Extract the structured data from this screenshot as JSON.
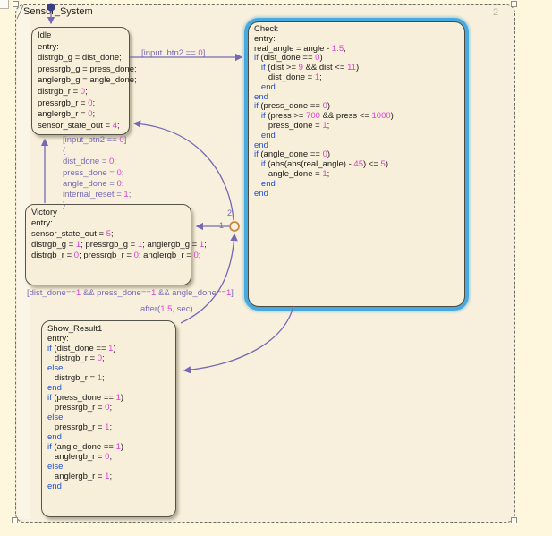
{
  "chart": {
    "name": "Sensor_System",
    "badge": "2",
    "colors": {
      "canvas_outer": "#fef6dd",
      "canvas_inner": "#f8f0dc",
      "state_fill": "#f7efda",
      "state_border": "#56544a",
      "selection_blue": "#47a9de",
      "transition_purple": "#7569b6",
      "junction_orange": "#c8873e",
      "keyword_blue": "#2050d0",
      "number_magenta": "#de3fd2",
      "default_dot_navy": "#3a3c84"
    },
    "states": {
      "idle": {
        "title": "Idle",
        "lines": [
          "entry:",
          "distrgb_g = dist_done;",
          "pressrgb_g = press_done;",
          "anglergb_g = angle_done;",
          "distrgb_r = 0;",
          "pressrgb_r = 0;",
          "anglergb_r = 0;",
          "sensor_state_out = 4;"
        ]
      },
      "check": {
        "title": "Check",
        "lines": [
          "entry:",
          "real_angle = angle - 1.5;",
          "if (dist_done == 0)",
          "   if (dist >= 9 && dist <= 11)",
          "      dist_done = 1;",
          "   end",
          "end",
          "if (press_done == 0)",
          "   if (press >= 700 && press <= 1000)",
          "      press_done = 1;",
          "   end",
          "end",
          "if (angle_done == 0)",
          "   if (abs(abs(real_angle) - 45) <= 5)",
          "      angle_done = 1;",
          "   end",
          "end"
        ]
      },
      "victory": {
        "title": "Victory",
        "lines": [
          "entry:",
          "sensor_state_out = 5;",
          "distrgb_g = 1; pressrgb_g = 1; anglergb_g = 1;",
          "distrgb_r = 0; pressrgb_r = 0; anglergb_r = 0;"
        ]
      },
      "show_result1": {
        "title": "Show_Result1",
        "lines": [
          "entry:",
          "if (dist_done == 1)",
          "   distrgb_r = 0;",
          "else",
          "   distrgb_r = 1;",
          "end",
          "if (press_done == 1)",
          "   pressrgb_r = 0;",
          "else",
          "   pressrgb_r = 1;",
          "end",
          "if (angle_done == 1)",
          "   anglergb_r = 0;",
          "else",
          "   anglergb_r = 1;",
          "end"
        ]
      }
    },
    "transitions": {
      "idle_to_check_label": "[input_btn2 == 0]",
      "victory_to_idle_label": [
        "[input_btn2 == 0]",
        "{",
        "dist_done = 0;",
        "press_done = 0;",
        "angle_done = 0;",
        "internal_reset = 1;",
        "}"
      ],
      "all_done_label": "[dist_done==1 && press_done==1 && angle_done==1]",
      "after_label": "after(1.5, sec)",
      "junction_priority_1": "1",
      "junction_priority_2": "2"
    }
  }
}
